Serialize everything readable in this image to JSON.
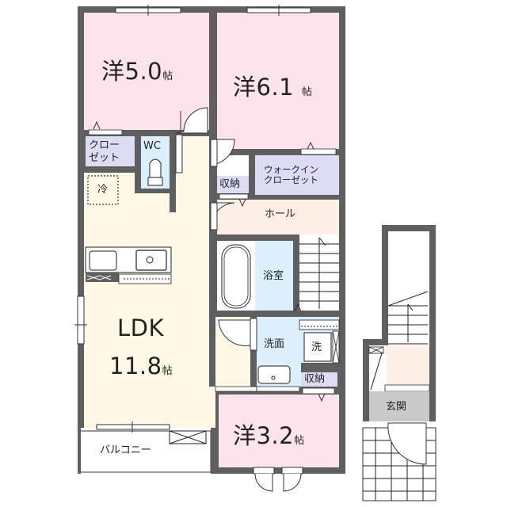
{
  "colors": {
    "wall": "#5f5f5f",
    "western_room": "#fde4ec",
    "closet": "#dcdcf4",
    "wet_area": "#dcefff",
    "ldk": "#fdf9e6",
    "hall": "#fdeee6",
    "entrance": "#c9c9c9",
    "balcony": "#ffffff"
  },
  "rooms": {
    "western_1": {
      "prefix": "洋",
      "size": "5.0",
      "unit": "帖"
    },
    "western_2": {
      "prefix": "洋",
      "size": "6.1",
      "unit": "帖"
    },
    "western_3": {
      "prefix": "洋",
      "size": "3.2",
      "unit": "帖"
    },
    "ldk": {
      "name": "LDK",
      "size": "11.8",
      "unit": "帖"
    },
    "closet": {
      "line1": "クロー",
      "line2": "ゼット"
    },
    "wc": {
      "name": "WC"
    },
    "fridge": {
      "name": "冷"
    },
    "walk_in_closet": {
      "line1": "ウォークイン",
      "line2": "クローゼット"
    },
    "storage_1": {
      "name": "収納"
    },
    "storage_2": {
      "name": "収納"
    },
    "hall": {
      "name": "ホール"
    },
    "bathroom": {
      "name": "浴室"
    },
    "washroom": {
      "name": "洗面"
    },
    "washer": {
      "name": "洗"
    },
    "balcony": {
      "name": "バルコニー"
    },
    "entrance": {
      "name": "玄関"
    }
  }
}
